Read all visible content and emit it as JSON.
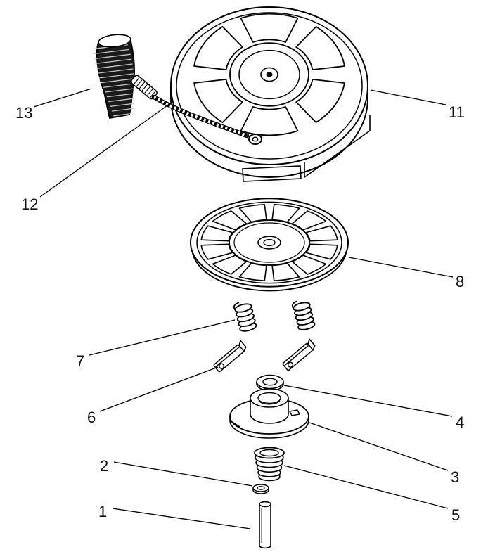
{
  "diagram": {
    "background_color": "#ffffff",
    "line_color": "#000000"
  },
  "callouts": [
    {
      "label": "13",
      "part": "starter-handle"
    },
    {
      "label": "12",
      "part": "starter-rope"
    },
    {
      "label": "11",
      "part": "recoil-housing"
    },
    {
      "label": "8",
      "part": "rope-pulley"
    },
    {
      "label": "7",
      "part": "return-springs"
    },
    {
      "label": "6",
      "part": "starter-pawls"
    },
    {
      "label": "4",
      "part": "flat-washer"
    },
    {
      "label": "3",
      "part": "pulley-retainer"
    },
    {
      "label": "2",
      "part": "small-washer"
    },
    {
      "label": "5",
      "part": "brake-spring"
    },
    {
      "label": "1",
      "part": "pivot-pin"
    }
  ]
}
